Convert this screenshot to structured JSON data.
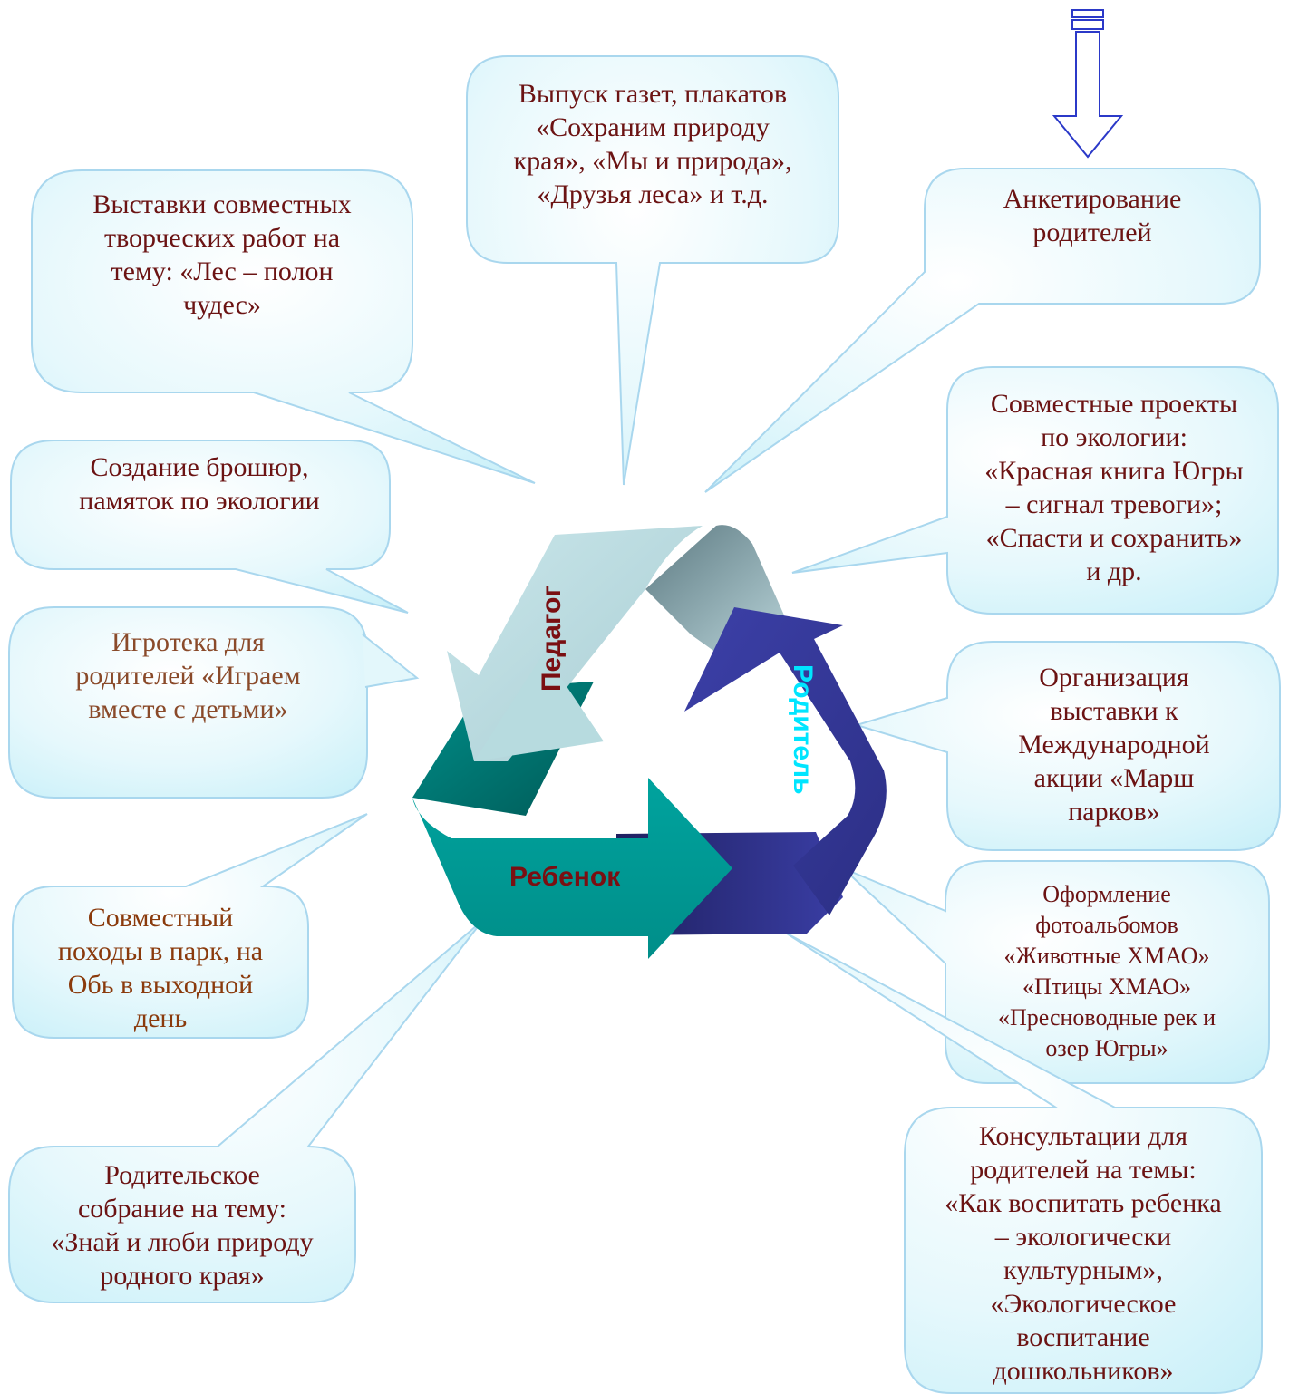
{
  "diagram": {
    "center_roles": {
      "teacher": "Педагог",
      "parent": "Родитель",
      "child": "Ребенок"
    },
    "bubbles": [
      {
        "id": "newspapers",
        "text": "Выпуск  газет, плакатов\n«Сохраним природу\nкрая», «Мы и природа»,\n«Друзья леса» и т.д."
      },
      {
        "id": "exhibitions",
        "text": "Выставки  совместных\nтворческих работ на\nтему: «Лес – полон\nчудес»"
      },
      {
        "id": "survey",
        "text": "Анкетирование\nродителей"
      },
      {
        "id": "brochures",
        "text": "Создание брошюр,\nпамяток по экологии"
      },
      {
        "id": "projects",
        "text": "Совместные проекты\nпо экологии:\n«Красная книга Югры\n– сигнал тревоги»;\n«Спасти и сохранить»\nи др."
      },
      {
        "id": "games",
        "text": "Игротека для\nродителей «Играем\nвместе с детьми»"
      },
      {
        "id": "march",
        "text": "Организация\nвыставки к\nМеждународной\nакции «Марш\nпарков»"
      },
      {
        "id": "hikes",
        "text": "Совместный\nпоходы в парк, на\nОбь в выходной\nдень"
      },
      {
        "id": "albums",
        "text": "Оформление\nфотоальбомов\n«Животные ХМАО»\n«Птицы ХМАО»\n«Пресноводные рек и\nозер Югры»"
      },
      {
        "id": "meeting",
        "text": "Родительское\nсобрание на тему:\n«Знай и люби природу\nродного края»"
      },
      {
        "id": "consultations",
        "text": "Консультации для\nродителей на темы:\n«Как воспитать ребенка\n– экологически\nкультурным»,\n«Экологическое\nвоспитание\nдошкольников»"
      }
    ]
  },
  "colors": {
    "bubble_fill_light": "#ffffff",
    "bubble_fill_dark": "#c8f0f8",
    "bubble_stroke": "#a9d7ee",
    "teacher_band": "#bfdfe3",
    "teacher_band_dark": "#6f8e96",
    "parent_band": "#353895",
    "child_band": "#009a95",
    "child_band_dark": "#006f6c",
    "teacher_text": "#7a0f12",
    "parent_text": "#00e5ff",
    "child_text": "#7a0f12",
    "arrow_stroke": "#2b39c8"
  }
}
